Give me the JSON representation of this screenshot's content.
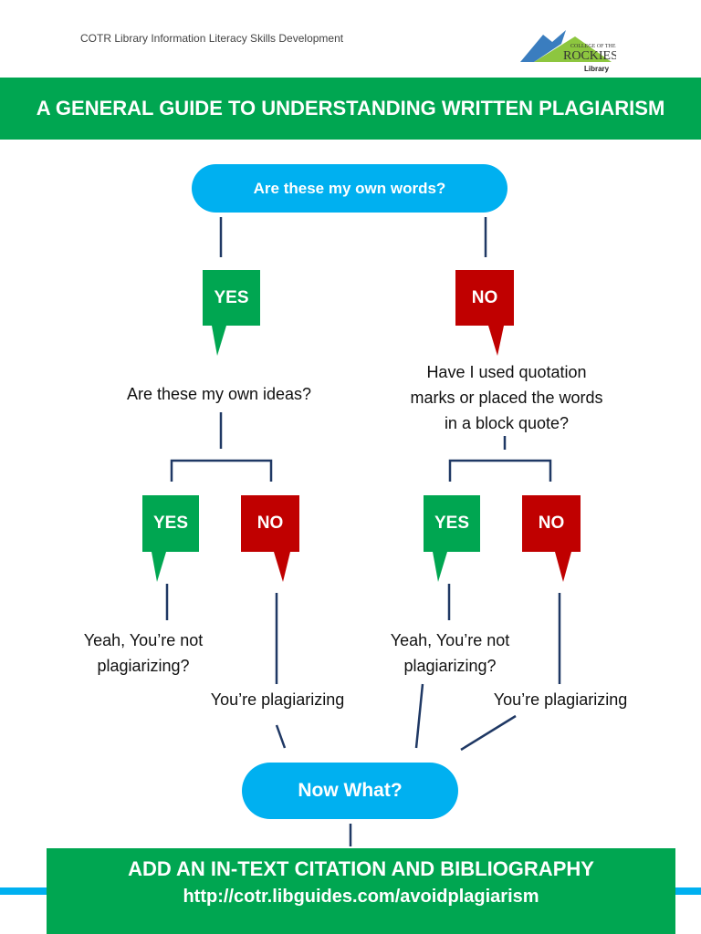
{
  "header": {
    "subtitle": "COTR Library Information Literacy Skills Development",
    "logo_text": "COLLEGE OF THE ROCKIES Library"
  },
  "title": "A GENERAL GUIDE TO UNDERSTANDING WRITTEN PLAGIARISM",
  "flow": {
    "q1": "Are these my own words?",
    "yes": "YES",
    "no": "NO",
    "q2": "Are these my own ideas?",
    "q3": [
      "Have I used quotation",
      "marks or placed the words",
      "in a block quote?"
    ],
    "ok": [
      "Yeah, You’re not",
      "plagiarizing?"
    ],
    "bad": "You’re plagiarizing",
    "now": "Now What?"
  },
  "footer": {
    "action": "ADD AN IN-TEXT CITATION AND BIBLIOGRAPHY",
    "url": "http://cotr.libguides.com/avoidplagiarism"
  },
  "colors": {
    "green": "#00a651",
    "blue": "#00b0f0",
    "red": "#c00000",
    "line": "#1f3864"
  }
}
